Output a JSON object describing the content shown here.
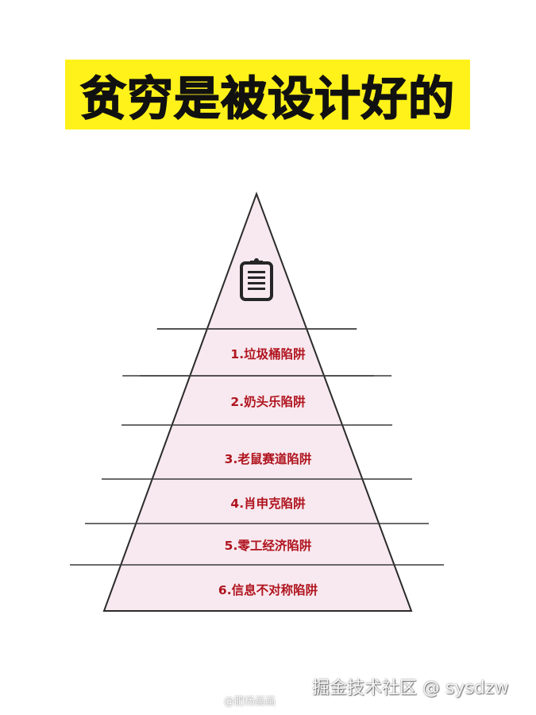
{
  "title": "贫穷是被设计好的",
  "colors": {
    "title_bg": "#fff21a",
    "title_text": "#111111",
    "pyramid_fill": "#f7e9ef",
    "pyramid_stroke": "#2b2b2b",
    "label_text": "#b0141f"
  },
  "pyramid": {
    "apex_icon": "clipboard-icon",
    "tiers": [
      {
        "label": "1.垃圾桶陷阱"
      },
      {
        "label": "2.奶头乐陷阱"
      },
      {
        "label": "3.老鼠赛道陷阱"
      },
      {
        "label": "4.肖申克陷阱"
      },
      {
        "label": "5.零工经济陷阱"
      },
      {
        "label": "6.信息不对称陷阱"
      }
    ]
  },
  "watermarks": {
    "main": "掘金技术社区 @ sysdzw",
    "weibo": "@肥杨画画"
  }
}
